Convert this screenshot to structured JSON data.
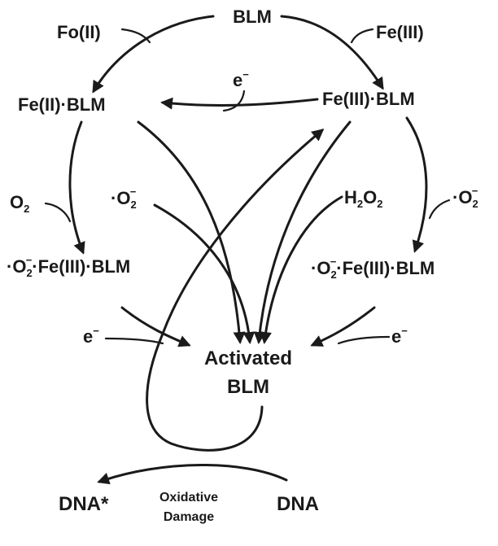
{
  "diagram": {
    "nodes": {
      "blm": "BLM",
      "fe2_blm": "Fe(II)·BLM",
      "fe3_blm": "Fe(III)·BLM",
      "o2_fe3_blm_left": {
        "pre": "·O",
        "sub": "2",
        "sup": "−",
        "post": "·Fe(III)·BLM"
      },
      "o2_fe3_blm_right": {
        "pre": "·O",
        "sub": "2",
        "sup": "−",
        "post": "·Fe(III)·BLM"
      },
      "activated_line1": "Activated",
      "activated_line2": "BLM",
      "dna": "DNA",
      "dna_star": "DNA*"
    },
    "reagents": {
      "fe2_in": "Fo(II)",
      "fe3_in": "Fe(III)",
      "electron_top": {
        "base": "e",
        "sup": "−"
      },
      "o2": {
        "base": "O",
        "sub": "2"
      },
      "superoxide_center": {
        "base": "·O",
        "sub": "2",
        "sup": "−"
      },
      "h2o2": {
        "p1": "H",
        "s1": "2",
        "p2": "O",
        "s2": "2"
      },
      "superoxide_right": {
        "base": "·O",
        "sub": "2",
        "sup": "−"
      },
      "electron_left": {
        "base": "e",
        "sup": "−"
      },
      "electron_right": {
        "base": "e",
        "sup": "−"
      },
      "damage_line1": "Oxidative",
      "damage_line2": "Damage"
    }
  }
}
